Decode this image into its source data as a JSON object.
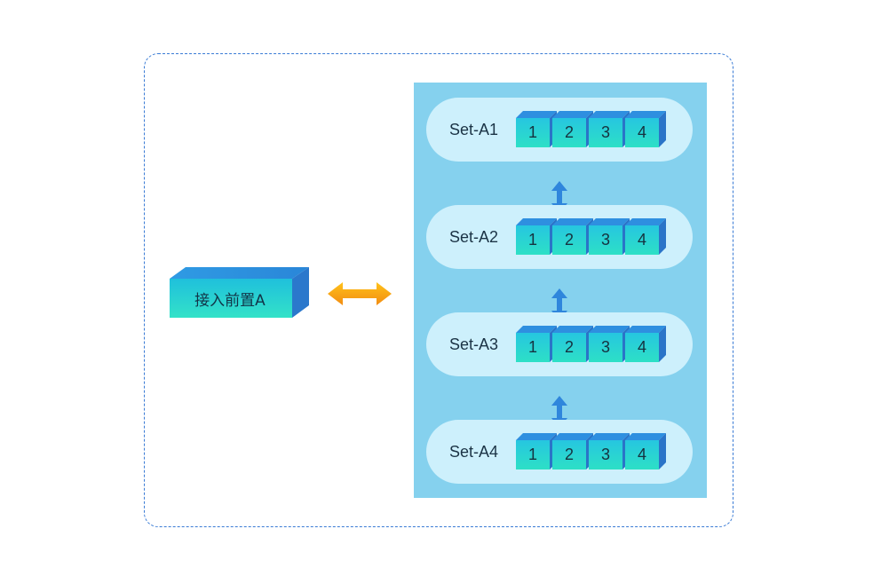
{
  "gateway": {
    "label": "接入前置A"
  },
  "sets": [
    {
      "label": "Set-A1",
      "nodes": [
        "1",
        "2",
        "3",
        "4"
      ]
    },
    {
      "label": "Set-A2",
      "nodes": [
        "1",
        "2",
        "3",
        "4"
      ]
    },
    {
      "label": "Set-A3",
      "nodes": [
        "1",
        "2",
        "3",
        "4"
      ]
    },
    {
      "label": "Set-A4",
      "nodes": [
        "1",
        "2",
        "3",
        "4"
      ]
    }
  ],
  "colors": {
    "frame_border": "#3a7bd5",
    "cluster_bg": "#85d1ee",
    "set_row_bg": "#cdf0fc",
    "node_front_top": "#26c6e0",
    "node_front_bottom": "#2de0c6",
    "node_top": "#2e8fe0",
    "node_side": "#2a74c8",
    "gateway_arrow": "#f7a21b",
    "sync_arrow": "#2f86dc"
  }
}
